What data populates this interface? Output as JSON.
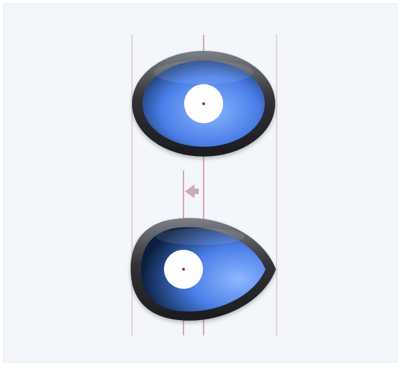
{
  "diagram": {
    "background": "#f3f6fa",
    "guide_color": "#d9a9b6",
    "center_line_color": "#c96a86",
    "ring_outer_color": "#303236",
    "ring_highlight_color": "#7d8088",
    "fill_light": "#8db7ff",
    "fill_mid": "#4a7ee8",
    "fill_dark": "#0b1f3f",
    "hole_color": "#ffffff",
    "arrow_color": "#c7a3b2",
    "shapes": [
      {
        "label": "",
        "kind": "ellipse-with-centered-hole"
      },
      {
        "label": "",
        "kind": "egg-shape-with-offset-hole"
      }
    ],
    "arrow_direction": "left"
  }
}
